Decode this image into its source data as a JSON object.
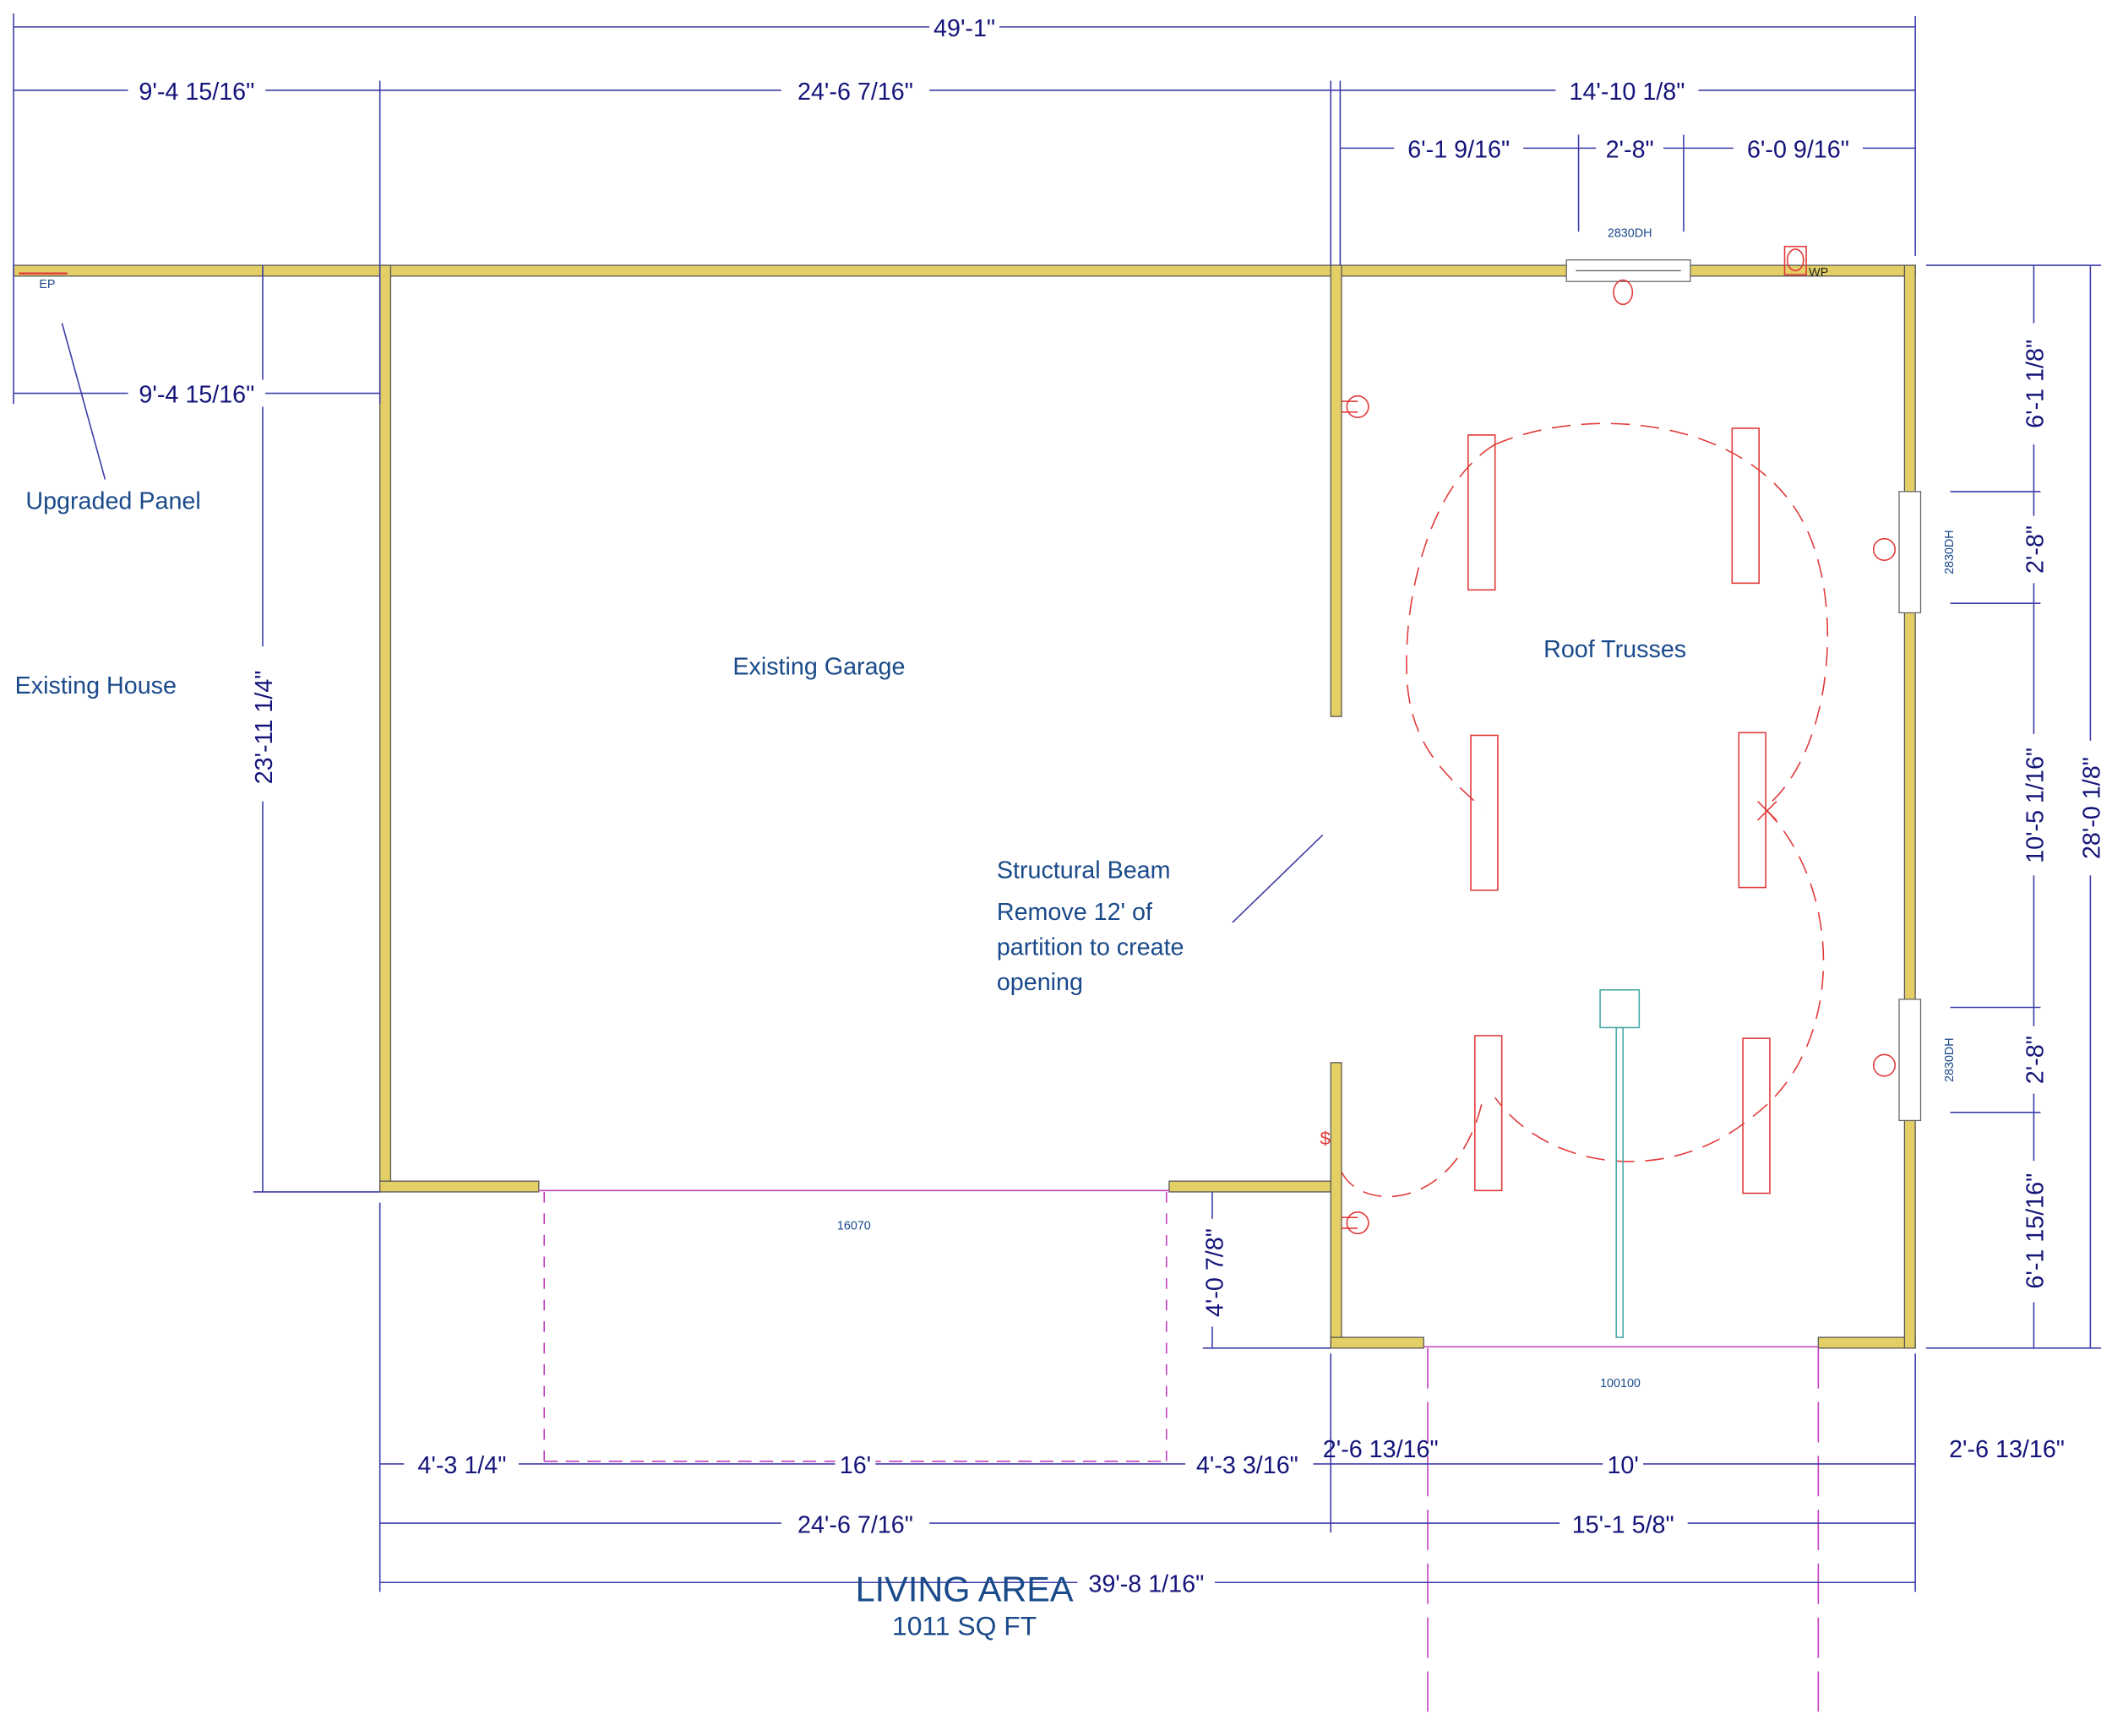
{
  "dimensions": {
    "overall_top": "49'-1\"",
    "top_left": "9'-4 15/16\"",
    "top_garage": "24'-6 7/16\"",
    "top_right": "14'-10 1/8\"",
    "top_seg1": "6'-1 9/16\"",
    "top_seg2": "2'-8\"",
    "top_seg3": "6'-0 9/16\"",
    "house_offset": "9'-4 15/16\"",
    "garage_depth": "23'-11 1/4\"",
    "right_seg1": "6'-1 1/8\"",
    "right_seg2": "2'-8\"",
    "right_seg3": "10'-5 1/16\"",
    "right_seg4": "2'-8\"",
    "right_seg5": "6'-1 15/16\"",
    "right_overall": "28'-0 1/8\"",
    "step_depth": "4'-0 7/8\"",
    "bottom_seg1": "4'-3 1/4\"",
    "bottom_seg2": "16'",
    "bottom_seg3": "4'-3 3/16\"",
    "bottom_seg4": "2'-6 13/16\"",
    "bottom_seg5": "10'",
    "bottom_seg6": "2'-6 13/16\"",
    "bottom_garage": "24'-6 7/16\"",
    "bottom_right": "15'-1 5/8\"",
    "bottom_overall": "39'-8 1/16\""
  },
  "labels": {
    "upgraded_panel": "Upgraded Panel",
    "existing_house": "Existing House",
    "existing_garage": "Existing Garage",
    "roof_trusses": "Roof Trusses",
    "beam_1": "Structural Beam",
    "beam_2": "Remove 12' of",
    "beam_3": "partition to create",
    "beam_4": "opening",
    "area_name": "LIVING AREA",
    "area_size": "1011 SQ FT",
    "ep": "EP",
    "wp": "WP",
    "window_top": "2830DH",
    "window_right1": "2830DH",
    "window_right2": "2830DH",
    "garage_door": "16070",
    "rear_door": "100100"
  },
  "colors": {
    "wall": "#e3cf66",
    "dimension": "#3c3ca8",
    "electrical": "#e23a3a",
    "door": "#c040c0"
  }
}
